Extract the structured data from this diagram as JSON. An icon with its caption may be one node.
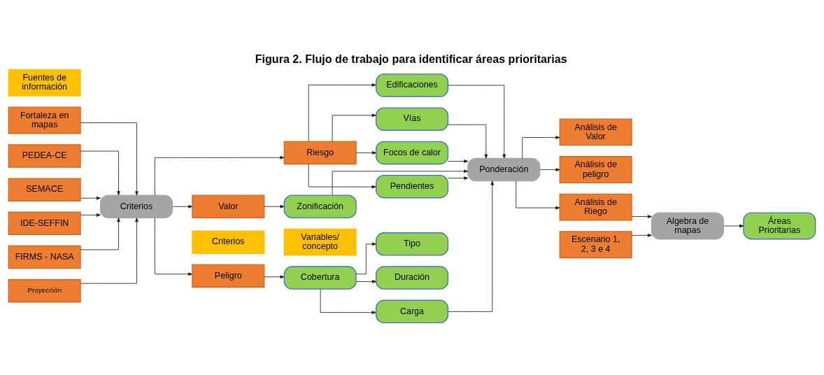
{
  "diagram": {
    "title": "Figura 2. Flujo de trabajo para identificar áreas prioritarias",
    "nodes": [
      {
        "text": [
          "Fuentes de información"
        ]
      },
      {
        "text": [
          "Criterios"
        ]
      },
      {
        "text": [
          "Variables/ concepto"
        ]
      },
      {
        "text": [
          "Fortaleza en mapas"
        ]
      },
      {
        "text": [
          "PEDEA-CE"
        ]
      },
      {
        "text": [
          "SEMACE"
        ]
      },
      {
        "text": [
          "IDE-SEFFIN"
        ]
      },
      {
        "text": [
          "FIRMS - NASA"
        ]
      },
      {
        "text": [
          "Proyección"
        ]
      },
      {
        "text": [
          "Criterios"
        ]
      },
      {
        "text": [
          "Peligro"
        ]
      },
      {
        "text": [
          "Riesgo"
        ]
      },
      {
        "text": [
          "Valor"
        ]
      },
      {
        "text": [
          "Cobertura"
        ]
      },
      {
        "text": [
          "Tipo"
        ]
      },
      {
        "text": [
          "Duración"
        ]
      },
      {
        "text": [
          "Carga"
        ]
      },
      {
        "text": [
          "Edificaciones"
        ]
      },
      {
        "text": [
          "Vías"
        ]
      },
      {
        "text": [
          "Focos de calor"
        ]
      },
      {
        "text": [
          "Pendientes"
        ]
      },
      {
        "text": [
          "Zonificación"
        ]
      },
      {
        "text": [
          "Ponderación"
        ]
      },
      {
        "text": [
          "Análisis de peligro"
        ]
      },
      {
        "text": [
          "Análisis de Riego"
        ]
      },
      {
        "text": [
          "Análisis de Valor"
        ]
      },
      {
        "text": [
          "Escenario 1, 2, 3 e 4"
        ]
      },
      {
        "text": [
          "Algebra de mapas"
        ]
      },
      {
        "text": [
          "Áreas Prioritarias"
        ]
      }
    ],
    "edges": [
      {
        "from": 3,
        "to": 9,
        "arrow": "to"
      },
      {
        "from": 4,
        "to": 9,
        "arrow": "to"
      },
      {
        "from": 5,
        "to": 9,
        "arrow": "to"
      },
      {
        "from": 6,
        "to": 9,
        "arrow": "to"
      },
      {
        "from": 7,
        "to": 9,
        "arrow": "to"
      },
      {
        "from": 8,
        "to": 9,
        "arrow": "to"
      },
      {
        "from": 9,
        "to": 10,
        "arrow": "to"
      },
      {
        "from": 9,
        "to": 11,
        "arrow": "to"
      },
      {
        "from": 9,
        "to": 12,
        "arrow": "to"
      },
      {
        "from": 10,
        "to": 13,
        "arrow": "to"
      },
      {
        "from": 13,
        "to": 14,
        "arrow": "to"
      },
      {
        "from": 13,
        "to": 15,
        "arrow": "to"
      },
      {
        "from": 13,
        "to": 16,
        "arrow": "to"
      },
      {
        "from": 11,
        "to": 17,
        "arrow": "to"
      },
      {
        "from": 11,
        "to": 18,
        "arrow": "to"
      },
      {
        "from": 11,
        "to": 19,
        "arrow": "to"
      },
      {
        "from": 11,
        "to": 20,
        "arrow": "to"
      },
      {
        "from": 12,
        "to": 21,
        "arrow": "to"
      },
      {
        "from": 16,
        "to": 22,
        "arrow": "to"
      },
      {
        "from": 17,
        "to": 22,
        "arrow": "to"
      },
      {
        "from": 18,
        "to": 22,
        "arrow": "to"
      },
      {
        "from": 19,
        "to": 22,
        "arrow": "to"
      },
      {
        "from": 20,
        "to": 22,
        "arrow": "to"
      },
      {
        "from": 21,
        "to": 22,
        "arrow": "to"
      },
      {
        "from": 22,
        "to": 23,
        "arrow": "to"
      },
      {
        "from": 22,
        "to": 24,
        "arrow": "to"
      },
      {
        "from": 22,
        "to": 25,
        "arrow": "to"
      },
      {
        "from": 24,
        "to": 27,
        "arrow": "to"
      },
      {
        "from": 26,
        "to": 27,
        "arrow": "to"
      },
      {
        "from": 27,
        "to": 28,
        "arrow": "to"
      }
    ]
  }
}
